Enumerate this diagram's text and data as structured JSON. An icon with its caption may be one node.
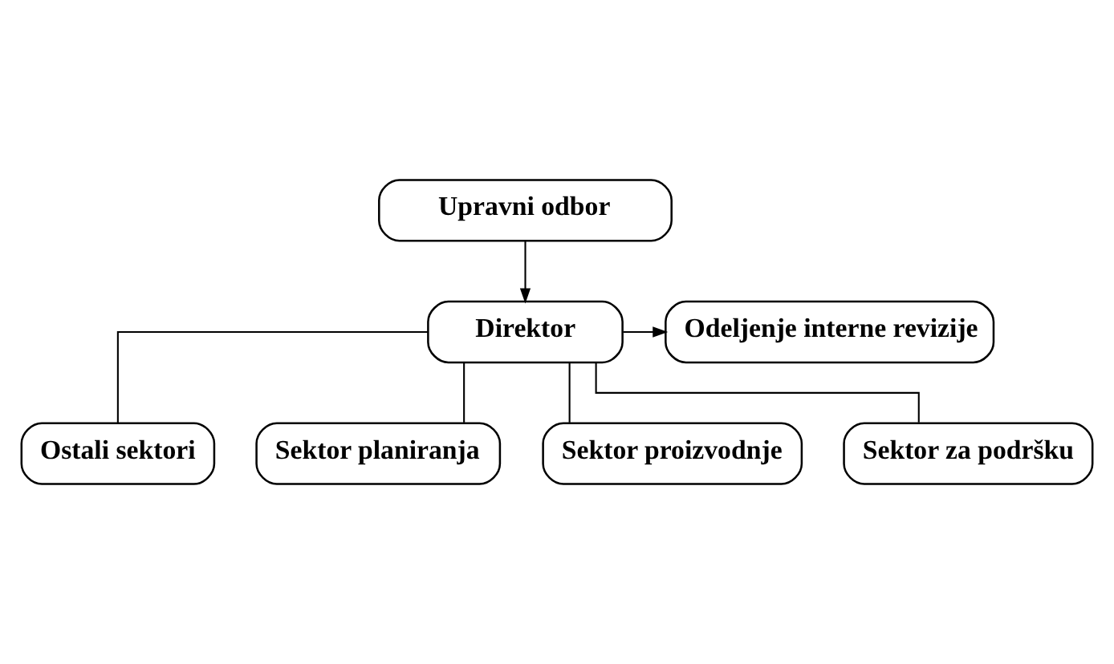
{
  "diagram": {
    "nodes": [
      {
        "text": [
          "Upravni odbor"
        ]
      },
      {
        "text": [
          "Direktor"
        ]
      },
      {
        "text": [
          "Odeljenje interne revizije"
        ]
      },
      {
        "text": [
          "Ostali sektori"
        ]
      },
      {
        "text": [
          "Sektor planiranja"
        ]
      },
      {
        "text": [
          "Sektor proizvodnje"
        ]
      },
      {
        "text": [
          "Sektor za podršku"
        ]
      }
    ],
    "edges": [
      {
        "from": 0,
        "to": 1,
        "arrow": "to"
      },
      {
        "from": 1,
        "to": 2,
        "arrow": "to"
      },
      {
        "from": 1,
        "to": 3,
        "arrow": "none"
      },
      {
        "from": 1,
        "to": 4,
        "arrow": "none"
      },
      {
        "from": 1,
        "to": 5,
        "arrow": "none"
      },
      {
        "from": 1,
        "to": 6,
        "arrow": "none"
      }
    ]
  }
}
